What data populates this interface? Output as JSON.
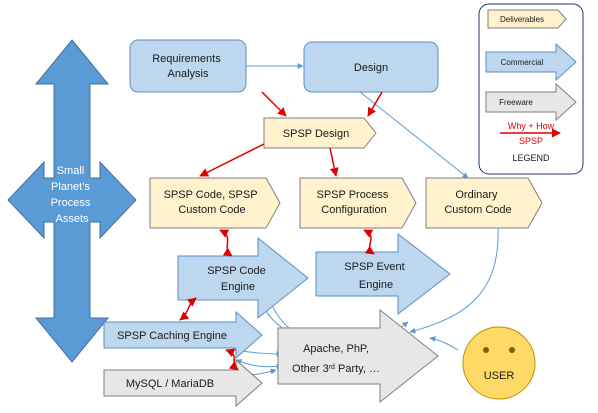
{
  "colors": {
    "blue_box": "#bdd7ee",
    "blue_box_stroke": "#5b8fc7",
    "yellow_box": "#fff2cc",
    "yellow_stroke": "#7f7f7f",
    "grey_box": "#e7e7e7",
    "side_arrow": "#5b9bd5",
    "red_link": "#e00000",
    "blue_link": "#5b9bd5",
    "smiley": "#ffd966"
  },
  "nodes": {
    "requirements": [
      "Requirements",
      "Analysis"
    ],
    "design": "Design",
    "spsp_design": "SPSP Design",
    "spsp_code": [
      "SPSP Code, SPSP",
      "Custom Code"
    ],
    "spsp_process_config": [
      "SPSP Process",
      "Configuration"
    ],
    "ordinary_code": [
      "Ordinary",
      "Custom Code"
    ],
    "spsp_code_engine": [
      "SPSP Code",
      "Engine"
    ],
    "spsp_event_engine": [
      "SPSP Event",
      "Engine"
    ],
    "spsp_caching_engine": "SPSP Caching Engine",
    "mysql": "MySQL / MariaDB",
    "apache": {
      "line1": "Apache, PhP,",
      "line2_pre": "Other 3",
      "line2_sup": "rd",
      "line2_post": " Party, …"
    },
    "assets": [
      "Small",
      "Planet’s",
      "Process",
      "Assets"
    ],
    "user": "USER"
  },
  "legend": {
    "deliverables": "Deliverables",
    "commercial": "Commercial",
    "freeware": "Freeware",
    "why_how": "Why + How",
    "spsp": "SPSP",
    "title": "LEGEND"
  }
}
